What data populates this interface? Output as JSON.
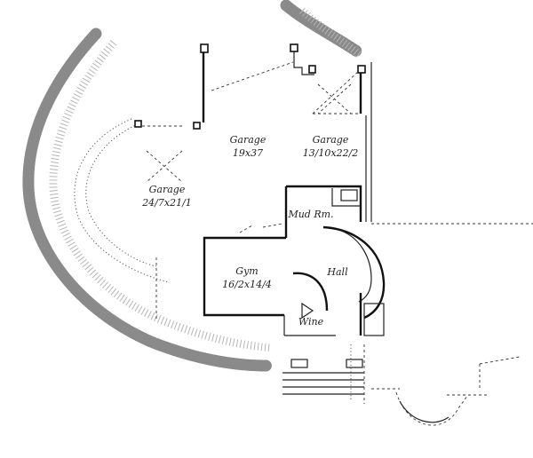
{
  "rooms": {
    "garage_a": {
      "name": "Garage",
      "size": "19x37"
    },
    "garage_b": {
      "name": "Garage",
      "size": "13/10x22/2"
    },
    "garage_c": {
      "name": "Garage",
      "size": "24/7x21/1"
    },
    "mud_room": {
      "name": "Mud Rm."
    },
    "hall": {
      "name": "Hall"
    },
    "gym": {
      "name": "Gym",
      "size": "16/2x14/4"
    },
    "wine": {
      "name": "Wine"
    }
  }
}
